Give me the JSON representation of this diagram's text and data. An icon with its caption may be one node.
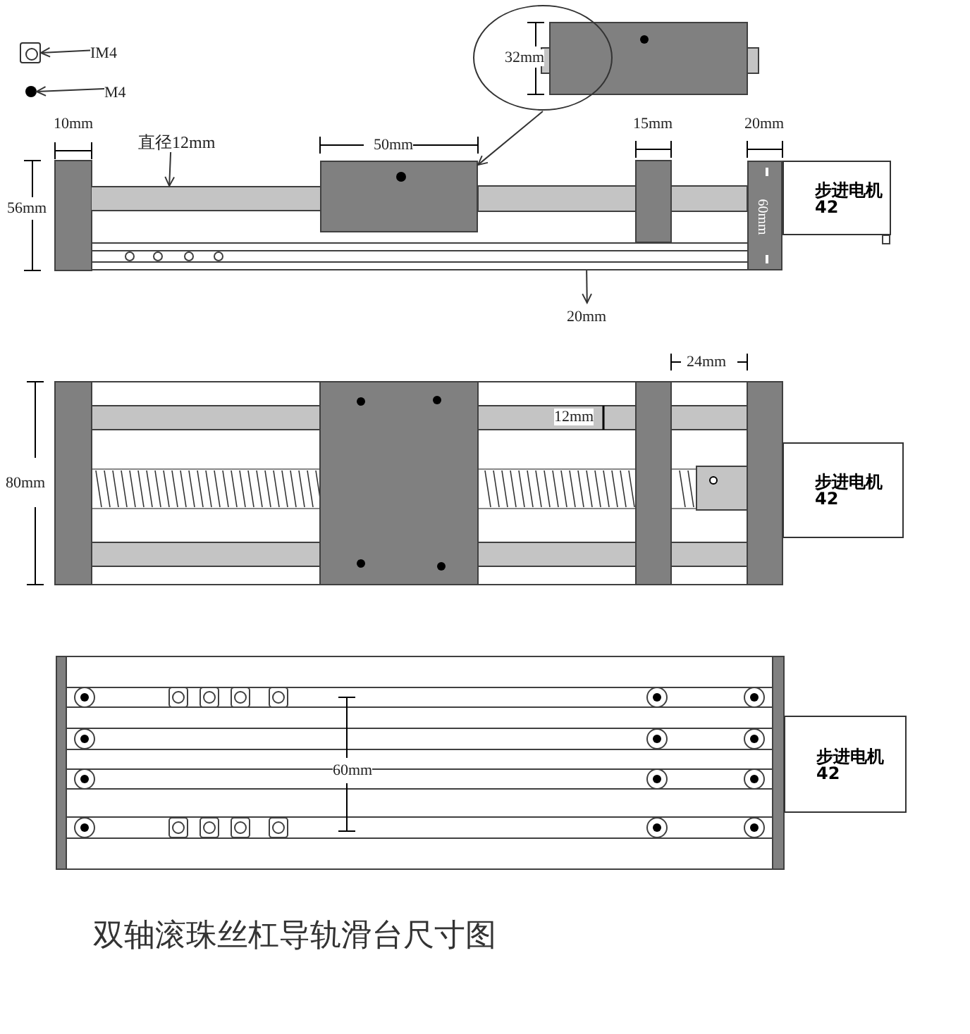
{
  "diagram": {
    "caption": "双轴滚珠丝杠导轨滑台尺寸图",
    "nodes": [
      {
        "text": [
          "IM4"
        ]
      },
      {
        "text": [],
        "shape": "box"
      },
      {
        "text": [
          "M4"
        ]
      },
      {
        "text": [],
        "shape": "circle"
      },
      {
        "text": [
          "直径12mm"
        ]
      },
      {
        "text": [],
        "shape": "bar"
      },
      {
        "text": [
          "20mm"
        ]
      },
      {
        "text": [],
        "shape": "bar"
      },
      {
        "text": [
          "32mm"
        ]
      },
      {
        "text": [],
        "shape": "box"
      },
      {
        "text": [
          "步进电机",
          "42"
        ]
      },
      {
        "text": [
          "步进电机",
          "42"
        ]
      },
      {
        "text": [
          "步进电机",
          "42"
        ]
      },
      {
        "text": [
          "60mm"
        ]
      }
    ],
    "edges": [
      {
        "from": 0,
        "to": 1,
        "arrow": "to"
      },
      {
        "from": 2,
        "to": 3,
        "arrow": "to"
      },
      {
        "from": 4,
        "to": 5,
        "arrow": "to"
      },
      {
        "from": 7,
        "to": 6,
        "arrow": "to"
      },
      {
        "from": 8,
        "to": 9,
        "arrow": "to"
      }
    ],
    "labels": [
      "10mm",
      "50mm",
      "15mm",
      "20mm",
      "56mm",
      "24mm",
      "80mm",
      "12mm",
      "60mm"
    ]
  }
}
